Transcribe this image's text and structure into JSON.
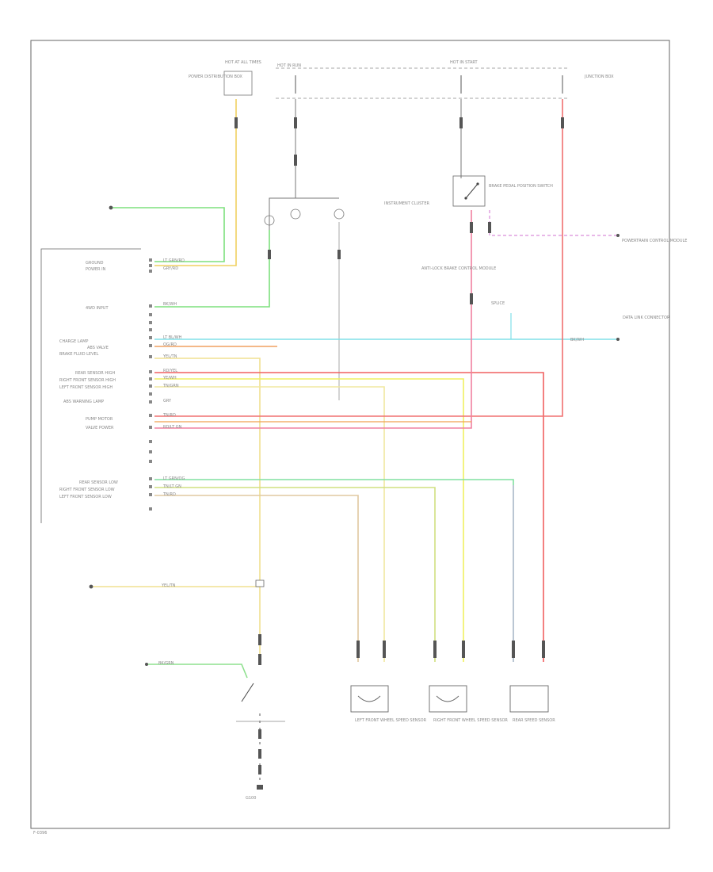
{
  "diagram": {
    "footer_code": "F-0396",
    "components": {
      "hot_at_all_times": "HOT AT ALL TIMES",
      "hot_in_run": "HOT IN RUN",
      "hot_in_start": "HOT IN START",
      "power_dist_box": "POWER DISTRIBUTION BOX",
      "junction_box": "JUNCTION BOX",
      "brake_switch": "BRAKE PEDAL POSITION SWITCH",
      "instrument_cluster": "INSTRUMENT CLUSTER",
      "abs_control_module": "ANTI-LOCK BRAKE CONTROL MODULE",
      "splice": "SPLICE",
      "lf_sensor": "LEFT FRONT WHEEL SPEED SENSOR",
      "rf_sensor": "RIGHT FRONT WHEEL SPEED SENSOR",
      "rear_sensor": "REAR SPEED SENSOR",
      "ground": "G100",
      "dlc": "DATA LINK CONNECTOR",
      "pcm": "POWERTRAIN CONTROL MODULE"
    },
    "pin_labels": [
      "GROUND",
      "POWER IN",
      "4WD INPUT",
      "CHARGE LAMP",
      "ABS VALVE",
      "BRAKE FLUID LEVEL",
      "REAR SENSOR HIGH",
      "RIGHT FRONT SENSOR HIGH",
      "LEFT FRONT SENSOR HIGH",
      "ABS WARNING LAMP",
      "PUMP MOTOR",
      "VALVE POWER",
      "REAR SENSOR LOW",
      "RIGHT FRONT SENSOR LOW",
      "LEFT FRONT SENSOR LOW"
    ],
    "wire_labels": [
      "LT GRN/RD",
      "GRY/RD",
      "BK/WH",
      "LT BL/WH",
      "OG/RD",
      "YEL/TN",
      "RD/YEL",
      "YE/WH",
      "TN/GRN",
      "GRY",
      "TN/RD",
      "RD/LT GN",
      "LT GRN/OG",
      "TN/LT GN",
      "TN/RD",
      "YEL/TN",
      "BK/GRN",
      "BK/WH"
    ]
  }
}
